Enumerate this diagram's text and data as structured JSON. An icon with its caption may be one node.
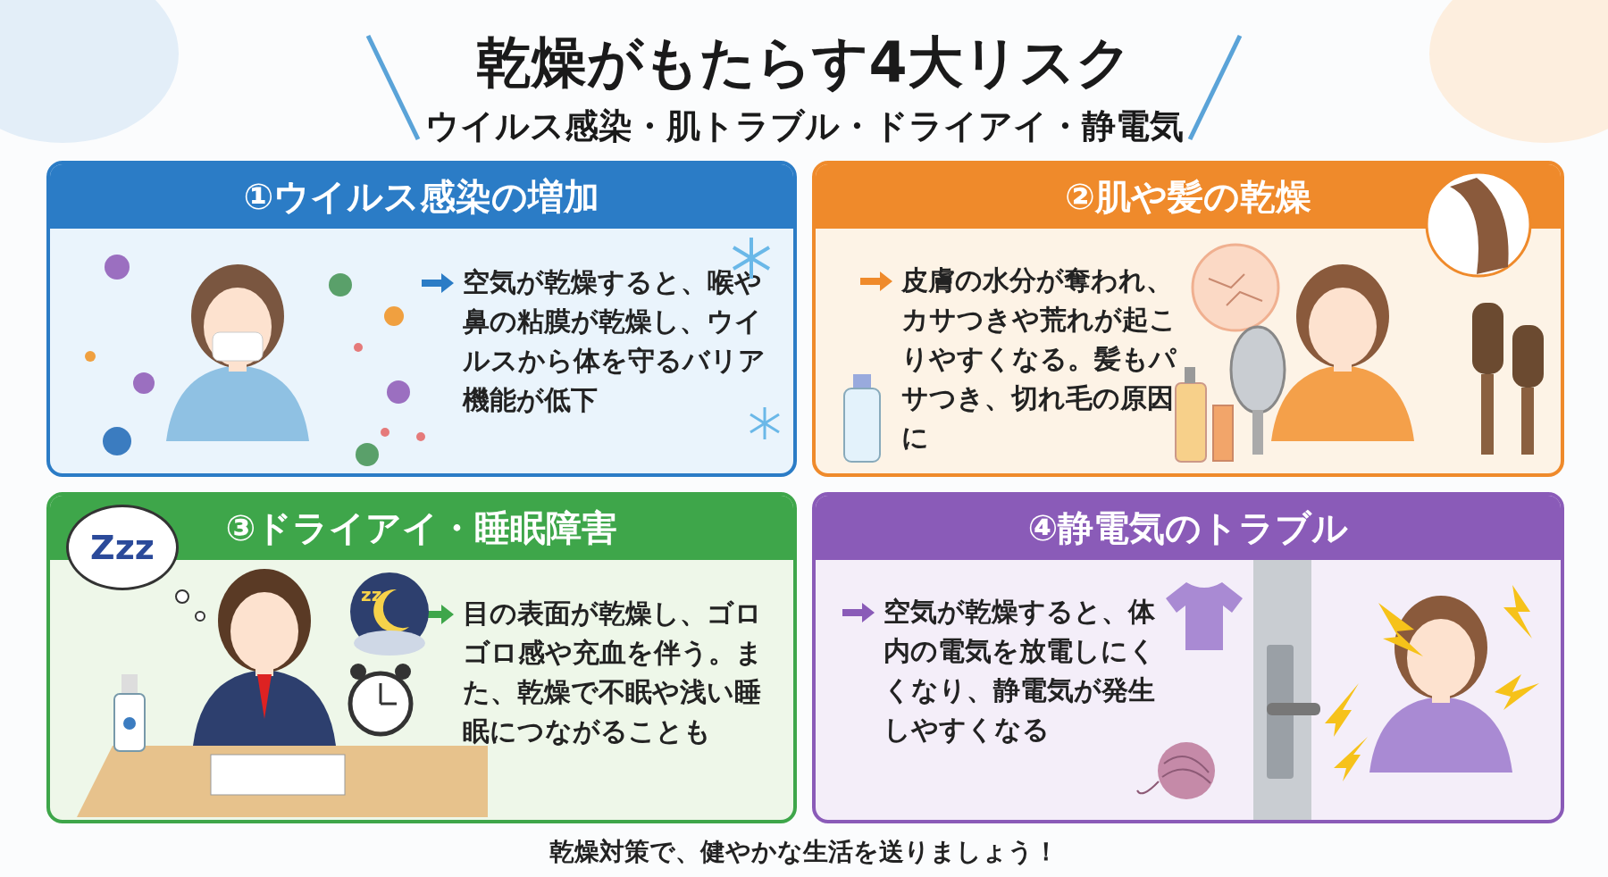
{
  "diagram": {
    "title": "乾燥がもたらす4大リスク",
    "nodes": [
      {
        "text": [
          "①ウイルス感染の増加",
          "空気が乾燥すると、喉や鼻の粘膜が乾燥し、ウイルスから体を守るバリア機能が低下"
        ]
      },
      {
        "text": [
          "②肌や髪の乾燥",
          "皮膚の水分が奪われ、カサつきや荒れが起こりやすくなる。髪もパサつき、切れ毛の原因に"
        ]
      },
      {
        "text": [
          "③ドライアイ・睡眠障害",
          "目の表面が乾燥し、ゴロゴロ感や充血を伴う。また、乾燥で不眠や浅い睡眠につながることも"
        ]
      },
      {
        "text": [
          "④静電気のトラブル",
          "空気が乾燥すると、体内の電気を放電しにくくなり、静電気が発生しやすくなる"
        ]
      }
    ],
    "labels": [
      "ウイルス感染・肌トラブル・ドライアイ・静電気",
      "Zzz",
      "zz"
    ],
    "caption": "乾燥対策で、健やかな生活を送りましょう！"
  }
}
